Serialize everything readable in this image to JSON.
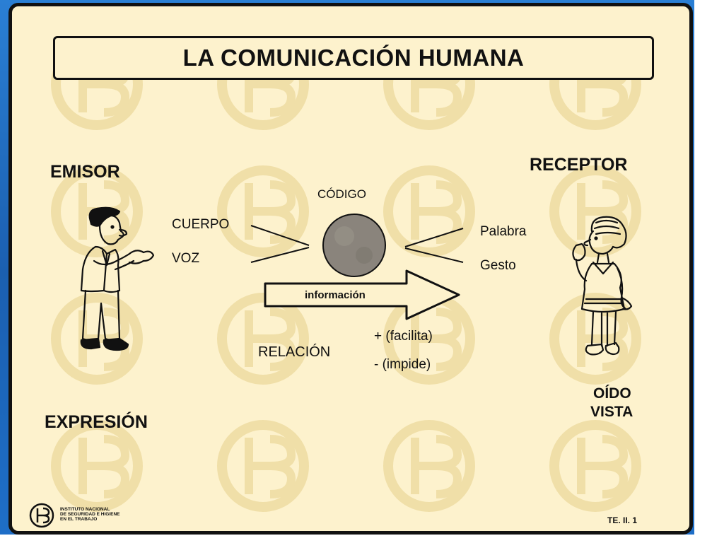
{
  "slide": {
    "title": "LA COMUNICACIÓN HUMANA",
    "emisor": "EMISOR",
    "receptor": "RECEPTOR",
    "codigo": "CÓDIGO",
    "cuerpo": "CUERPO",
    "voz": "VOZ",
    "palabra": "Palabra",
    "gesto": "Gesto",
    "informacion": "información",
    "relacion": "RELACIÓN",
    "facilita": "+ (facilita)",
    "impide": "- (impide)",
    "expresion": "EXPRESIÓN",
    "oido": "OÍDO",
    "vista": "VISTA",
    "code": "TE. II. 1"
  },
  "institute": {
    "line1": "INSTITUTO NACIONAL",
    "line2": "DE SEGURIDAD E HIGIENE",
    "line3": "EN EL TRABAJO"
  },
  "colors": {
    "background": "#fdf2cd",
    "watermark": "#f0dfa8",
    "frame": "#1b63b8",
    "ink": "#111111",
    "code_circle": "#8a847c"
  }
}
